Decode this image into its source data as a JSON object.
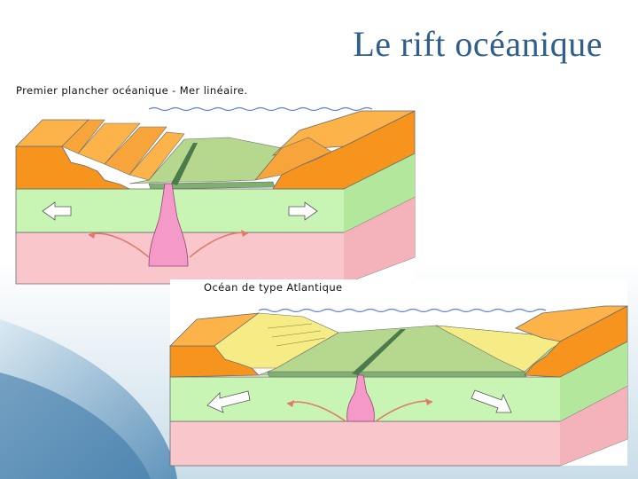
{
  "slide": {
    "title": "Le rift océanique"
  },
  "figures": [
    {
      "caption": "Premier plancher océanique - Mer linéaire."
    },
    {
      "caption": "Océan de type Atlantique"
    }
  ],
  "colors": {
    "title": "#2f5f8a",
    "crust": "#f7941d",
    "lithosphere": "#c8f5b4",
    "asthenosphere": "#f9c6cc",
    "magma": "#f59ac8",
    "oceanic_crust": "#9dc48a",
    "sediment": "#f5ec86",
    "water": "#5b7fd1"
  }
}
